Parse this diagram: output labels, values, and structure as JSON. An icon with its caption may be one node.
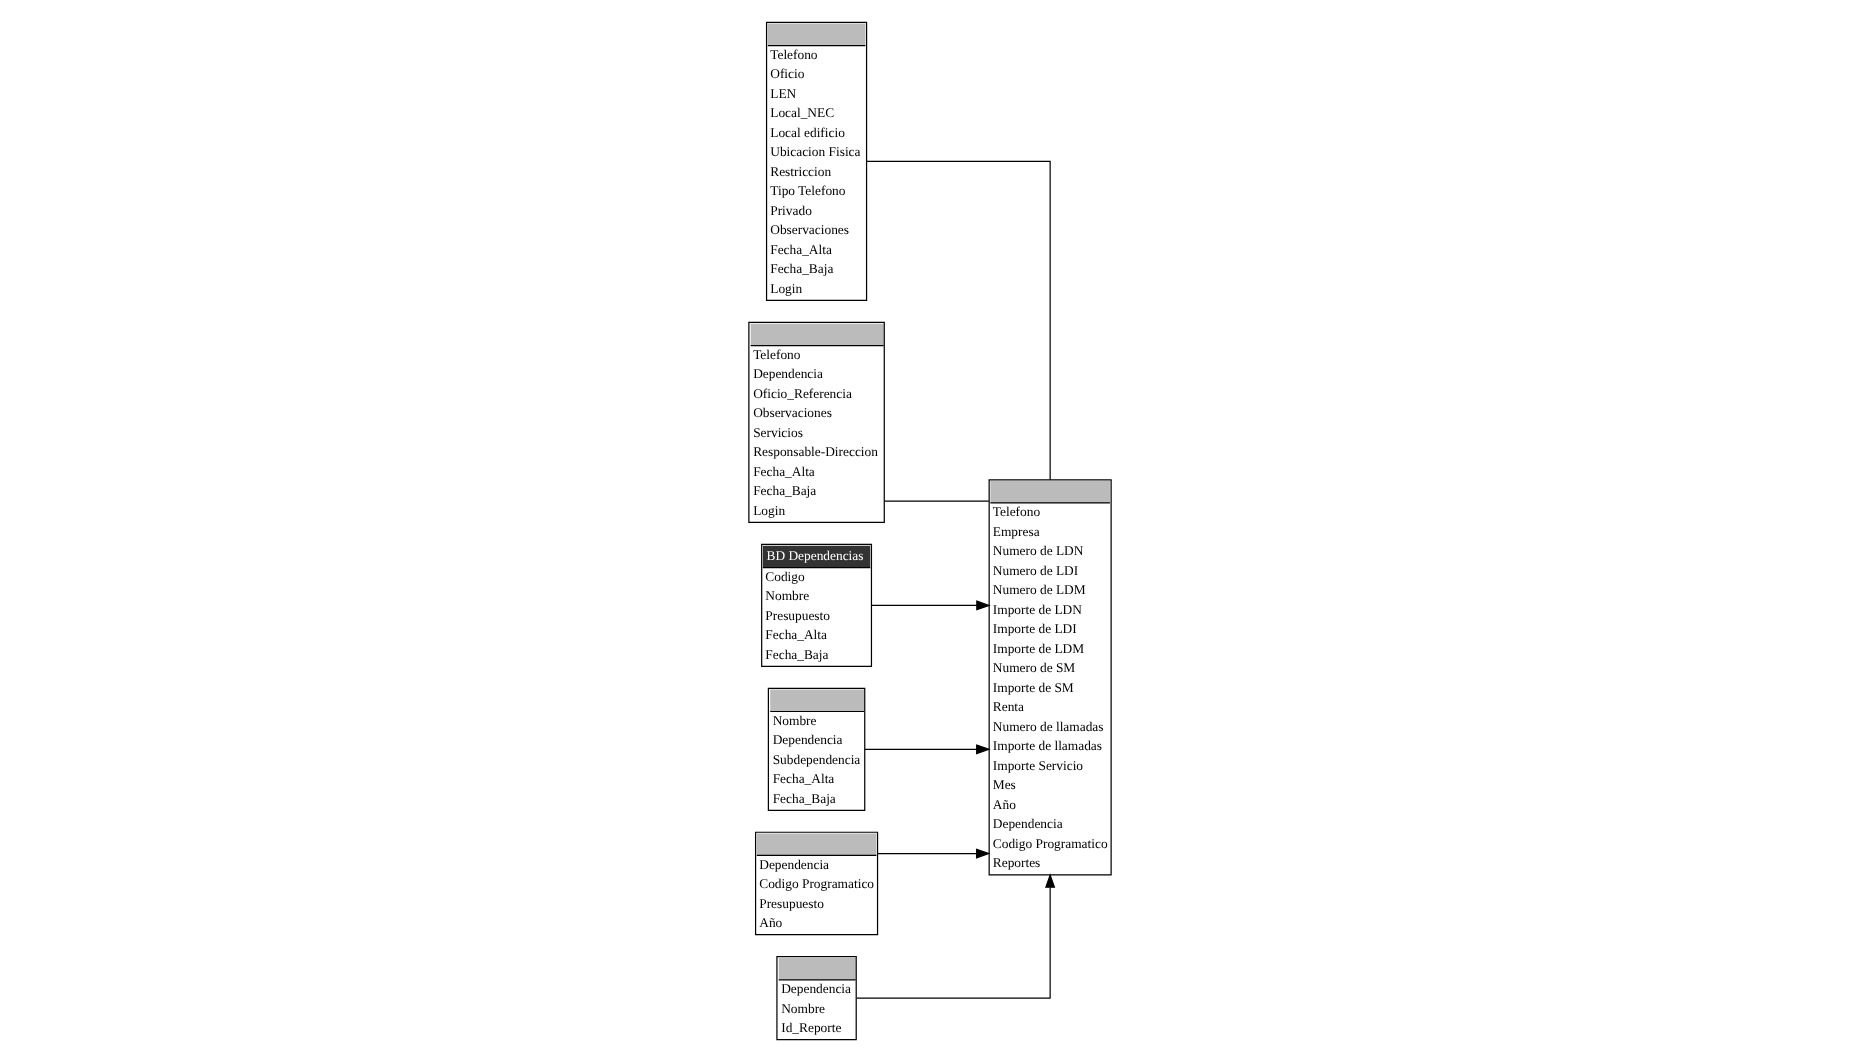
{
  "diagram": {
    "nodes": [
      {
        "text": [
          "Telefono",
          "Oficio",
          "LEN",
          "Local_NEC",
          "Local edificio",
          "Ubicacion Fisica",
          "Restriccion",
          "Tipo Telefono",
          "Privado",
          "Observaciones",
          "Fecha_Alta",
          "Fecha_Baja",
          "Login"
        ]
      },
      {
        "text": [
          "Telefono",
          "Dependencia",
          "Oficio_Referencia",
          "Observaciones",
          "Servicios",
          "Responsable-Direccion",
          "Fecha_Alta",
          "Fecha_Baja",
          "Login"
        ]
      },
      {
        "text": [
          "Telefono",
          "Empresa",
          "Numero de LDN",
          "Numero de LDI",
          "Numero de LDM",
          "Importe de LDN",
          "Importe de LDI",
          "Importe de LDM",
          "Numero de SM",
          "Importe de SM",
          "Renta",
          "Numero de llamadas",
          "Importe de llamadas",
          "Importe Servicio",
          "Mes",
          "Año",
          "Dependencia",
          "Codigo Programatico",
          "Reportes"
        ]
      },
      {
        "text": [
          "BD Dependencias",
          "Codigo",
          "Nombre",
          "Presupuesto",
          "Fecha_Alta",
          "Fecha_Baja"
        ]
      },
      {
        "text": [
          "Nombre",
          "Dependencia",
          "Subdependencia",
          "Fecha_Alta",
          "Fecha_Baja"
        ]
      },
      {
        "text": [
          "Dependencia",
          "Codigo Programatico",
          "Presupuesto",
          "Año"
        ]
      },
      {
        "text": [
          "Dependencia",
          "Nombre",
          "Id_Reporte"
        ]
      }
    ],
    "edges": [
      {
        "from": 0,
        "to": 2,
        "arrow": "none"
      },
      {
        "from": 1,
        "to": 2,
        "arrow": "none"
      },
      {
        "from": 3,
        "to": 2,
        "arrow": "to"
      },
      {
        "from": 4,
        "to": 2,
        "arrow": "to"
      },
      {
        "from": 5,
        "to": 2,
        "arrow": "to"
      },
      {
        "from": 6,
        "to": 2,
        "arrow": "to"
      }
    ]
  }
}
